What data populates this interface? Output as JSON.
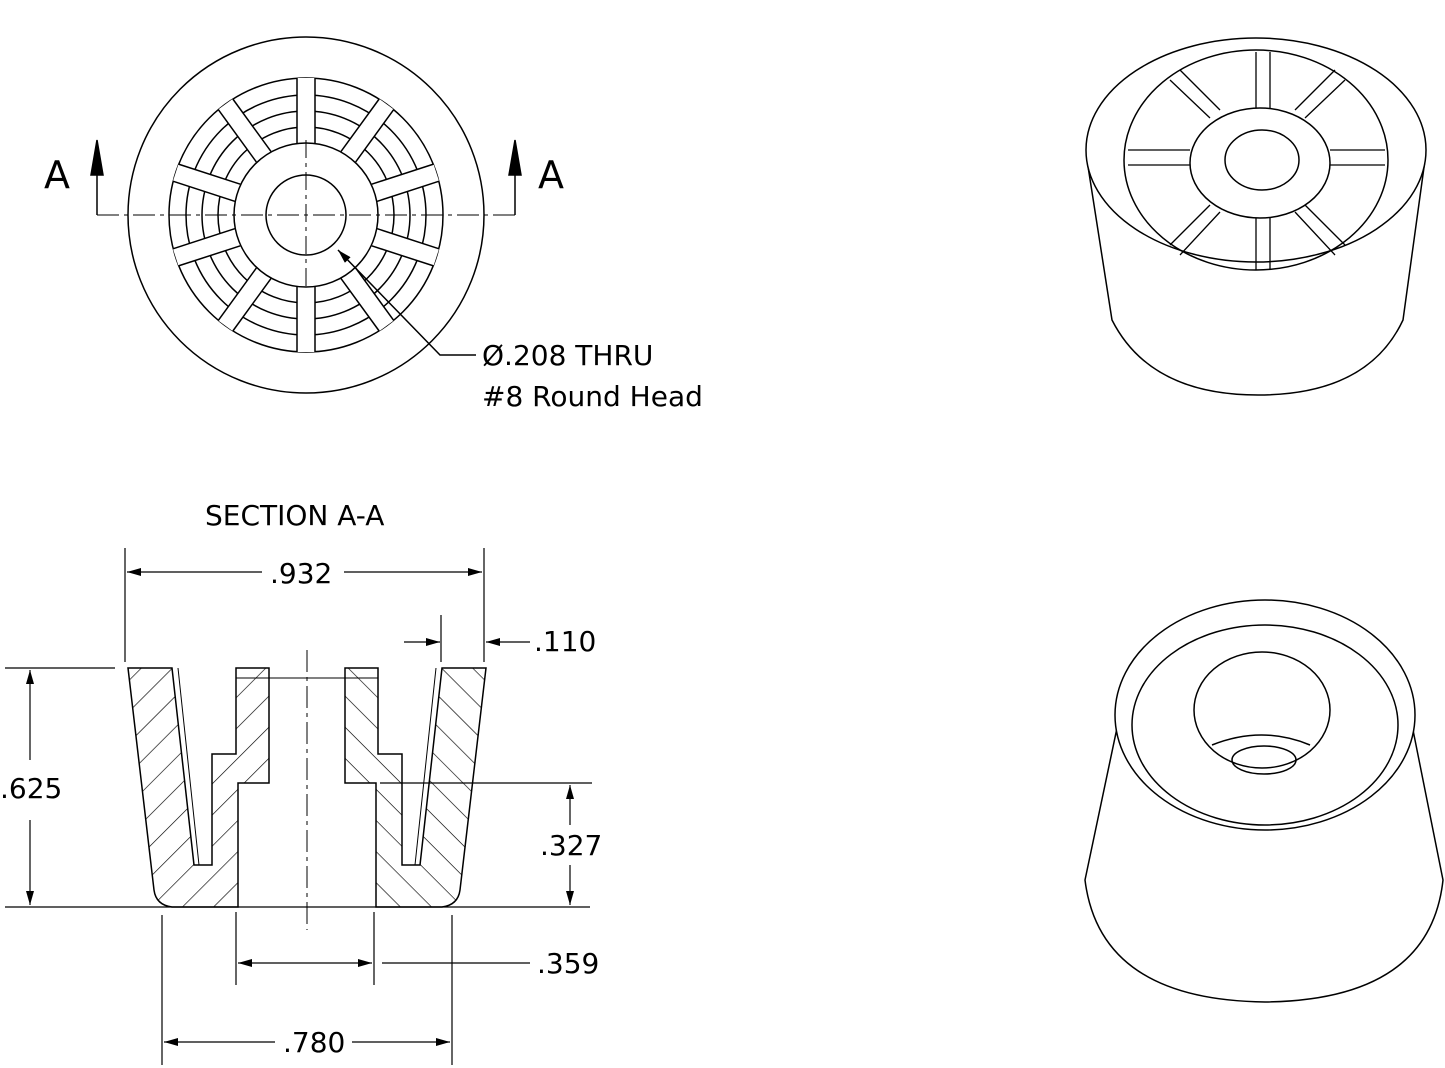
{
  "top_view": {
    "section_mark_left": "A",
    "section_mark_right": "A",
    "hole_callout_line1": "Ø.208 THRU",
    "hole_callout_line2": "#8 Round Head"
  },
  "section_view": {
    "title": "SECTION A-A",
    "dims": {
      "top_width": ".932",
      "wall": ".110",
      "height": ".625",
      "counterbore_depth": ".327",
      "counterbore_dia": ".359",
      "bottom_width": ".780"
    }
  },
  "colors": {
    "line": "#000000",
    "background": "#ffffff"
  }
}
